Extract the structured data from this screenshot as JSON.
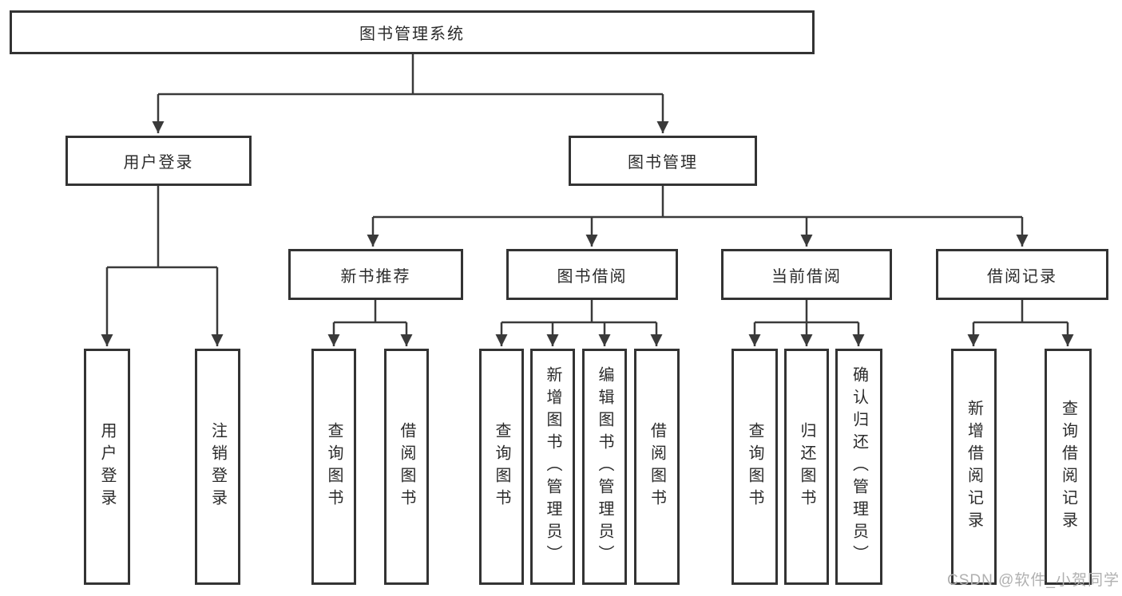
{
  "colors": {
    "line": "#3a3a3a",
    "box_border": "#333333",
    "text": "#2b2b2b",
    "watermark_text": "#b0b0b0",
    "background": "#ffffff"
  },
  "watermark": {
    "text": "CSDN @软件_小贺同学"
  },
  "diagram": {
    "type": "tree",
    "root": {
      "label": "图书管理系统",
      "children": [
        {
          "label": "用户登录",
          "children": [
            {
              "label": "用户登录"
            },
            {
              "label": "注销登录"
            }
          ]
        },
        {
          "label": "图书管理",
          "children": [
            {
              "label": "新书推荐",
              "children": [
                {
                  "label": "查询图书"
                },
                {
                  "label": "借阅图书"
                }
              ]
            },
            {
              "label": "图书借阅",
              "children": [
                {
                  "label": "查询图书"
                },
                {
                  "label": "新增图书（管理员）"
                },
                {
                  "label": "编辑图书（管理员）"
                },
                {
                  "label": "借阅图书"
                }
              ]
            },
            {
              "label": "当前借阅",
              "children": [
                {
                  "label": "查询图书"
                },
                {
                  "label": "归还图书"
                },
                {
                  "label": "确认归还（管理员）"
                }
              ]
            },
            {
              "label": "借阅记录",
              "children": [
                {
                  "label": "新增借阅记录"
                },
                {
                  "label": "查询借阅记录"
                }
              ]
            }
          ]
        }
      ]
    }
  }
}
